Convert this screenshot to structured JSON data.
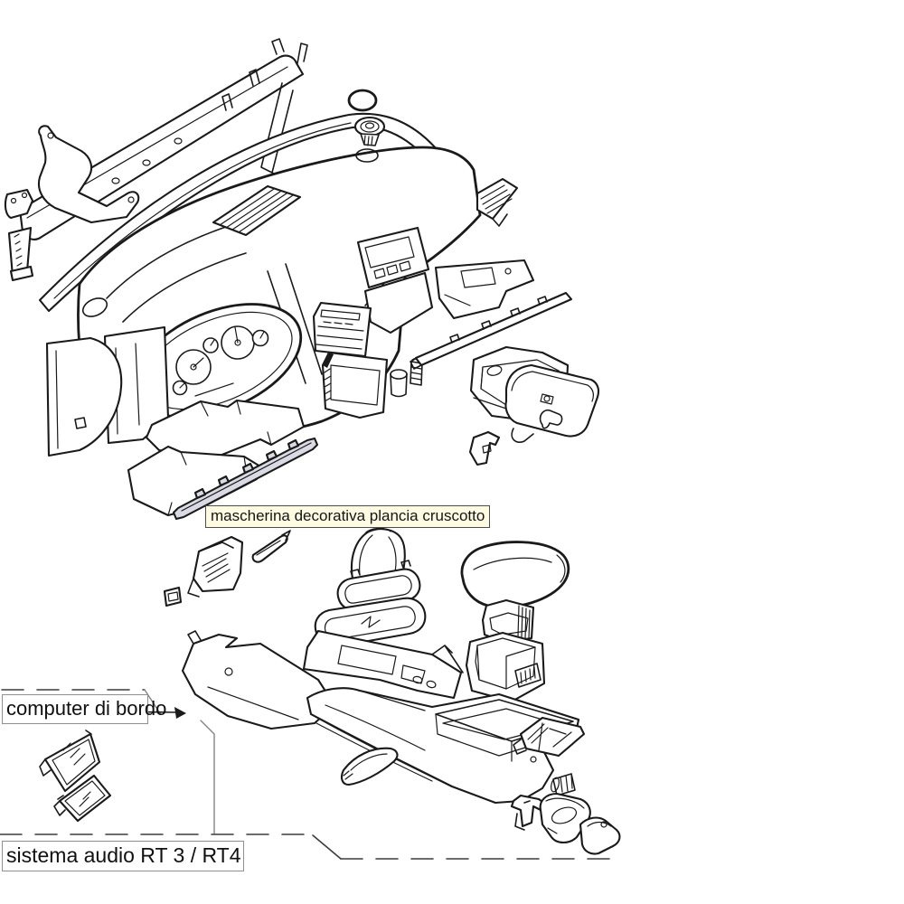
{
  "tooltip": {
    "text": "mascherina decorativa plancia cruscotto",
    "background": "#FFFBE3",
    "border": "#4D4D4D"
  },
  "labels": {
    "computer_di_bordo": "computer di bordo",
    "sistema_audio": "sistema audio RT 3 / RT4"
  },
  "colors": {
    "line": "#1A1A1A",
    "highlight_stroke": "#7B7BEF",
    "highlight_fill": "#DADAE4",
    "zone_line": "#848484",
    "canvas": "#FFFFFF"
  }
}
